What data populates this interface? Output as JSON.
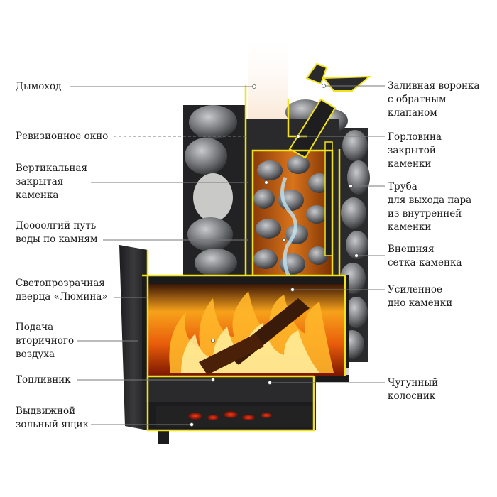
{
  "labels_left": [
    {
      "id": "chimney",
      "text": "Дымоход"
    },
    {
      "id": "inspection-window",
      "text": "Ревизионное окно"
    },
    {
      "id": "vertical-closed-heater",
      "text": "Вертикальная\nзакрытая\nкаменка"
    },
    {
      "id": "long-water-path",
      "text": "Доооолгий путь\nводы по камням"
    },
    {
      "id": "glass-door",
      "text": "Светопрозрачная\nдверца «Люмина»"
    },
    {
      "id": "secondary-air",
      "text": "Подача\nвторичного\nвоздуха"
    },
    {
      "id": "firebox",
      "text": "Топливник"
    },
    {
      "id": "ash-drawer",
      "text": "Выдвижной\nзольный ящик"
    }
  ],
  "labels_right": [
    {
      "id": "filling-funnel",
      "text": "Заливная воронка\nс обратным\nклапаном"
    },
    {
      "id": "closed-heater-neck",
      "text": "Горловина\nзакрытой\nкаменки"
    },
    {
      "id": "steam-pipe",
      "text": "Труба\nдля выхода пара\nиз внутренней\nкаменки"
    },
    {
      "id": "outer-mesh-heater",
      "text": "Внешняя\nсетка-каменка"
    },
    {
      "id": "reinforced-bottom",
      "text": "Усиленное\nдно каменки"
    },
    {
      "id": "cast-iron-grate",
      "text": "Чугунный\nколосник"
    }
  ],
  "colors": {
    "outline_yellow": "#f2e21a",
    "steel_dark": "#2b2b2d",
    "fire_orange": "#f28a16",
    "fire_yellow": "#ffd23a",
    "stone_gray": "#8d8f93",
    "leader_line": "#7a7a7a"
  }
}
